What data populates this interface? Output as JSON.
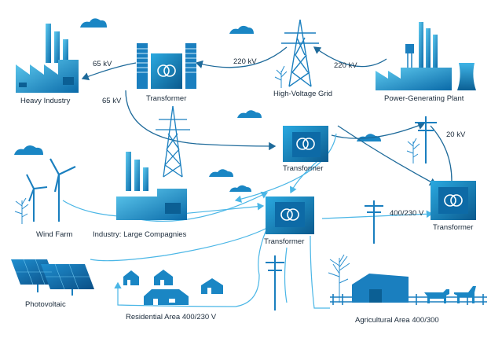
{
  "labels": {
    "heavy_industry": "Heavy Industry",
    "transformer_top": "Transformer",
    "high_voltage_grid": "High-Voltage Grid",
    "power_plant": "Power-Generating Plant",
    "transformer_mid": "Transformer",
    "transformer_right": "Transformer",
    "transformer_center": "Transformer",
    "wind_farm": "Wind Farm",
    "industry_large": "Industry: Large Compagnies",
    "photovoltaic": "Photovoltaic",
    "residential": "Residential Area  400/230 V",
    "agricultural": "Agricultural Area 400/300"
  },
  "voltages": {
    "kv65_a": "65 kV",
    "kv65_b": "65 kV",
    "kv220_a": "220 kV",
    "kv220_b": "220 kV",
    "kv20": "20 kV",
    "v400_230": "400/230 V"
  },
  "colors": {
    "primary": "#1a9ad6",
    "dark": "#0b5f94",
    "light": "#5fc4ec",
    "line": "#1e6a9a",
    "cloud": "#1a86c4"
  }
}
